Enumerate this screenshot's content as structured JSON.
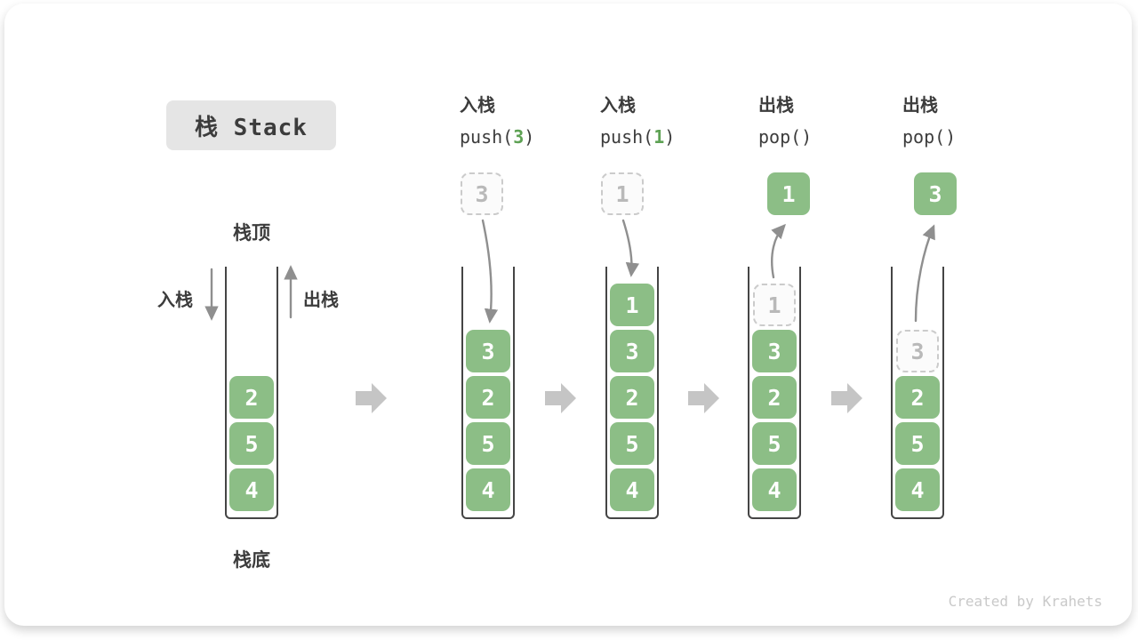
{
  "title": "栈 Stack",
  "labels": {
    "stack_top": "栈顶",
    "stack_bottom": "栈底",
    "push_side": "入栈",
    "pop_side": "出栈"
  },
  "footer": "Created by Krahets",
  "colors": {
    "element_green": "#8cbe86",
    "accent_green": "#5ea254",
    "dark_text": "#3c3c3c",
    "container_border": "#454545",
    "arrow_gray": "#8f8f8f",
    "block_arrow_gray": "#c5c5c5",
    "ghost_border": "#cbcbcb",
    "ghost_text": "#b9b9b9",
    "title_bg": "#e5e5e5",
    "footer_text": "#c9c9c9"
  },
  "stages": [
    {
      "name": "initial",
      "elements": [
        "2",
        "5",
        "4"
      ]
    },
    {
      "name": "push-3",
      "header": {
        "line1": "入栈",
        "code_pre": "push(",
        "code_arg": "3",
        "code_post": ")"
      },
      "floating": {
        "value": "3",
        "variant": "dashed"
      },
      "elements": [
        "3",
        "2",
        "5",
        "4"
      ]
    },
    {
      "name": "push-1",
      "header": {
        "line1": "入栈",
        "code_pre": "push(",
        "code_arg": "1",
        "code_post": ")"
      },
      "floating": {
        "value": "1",
        "variant": "dashed"
      },
      "elements": [
        "1",
        "3",
        "2",
        "5",
        "4"
      ]
    },
    {
      "name": "pop-1",
      "header": {
        "line1": "出栈",
        "code_pre": "pop()",
        "code_arg": "",
        "code_post": ""
      },
      "floating": {
        "value": "1",
        "variant": "solid"
      },
      "ghost": {
        "value": "1",
        "slot": 4
      },
      "elements": [
        "3",
        "2",
        "5",
        "4"
      ]
    },
    {
      "name": "pop-3",
      "header": {
        "line1": "出栈",
        "code_pre": "pop()",
        "code_arg": "",
        "code_post": ""
      },
      "floating": {
        "value": "3",
        "variant": "solid"
      },
      "ghost": {
        "value": "3",
        "slot": 3
      },
      "elements": [
        "2",
        "5",
        "4"
      ]
    }
  ]
}
